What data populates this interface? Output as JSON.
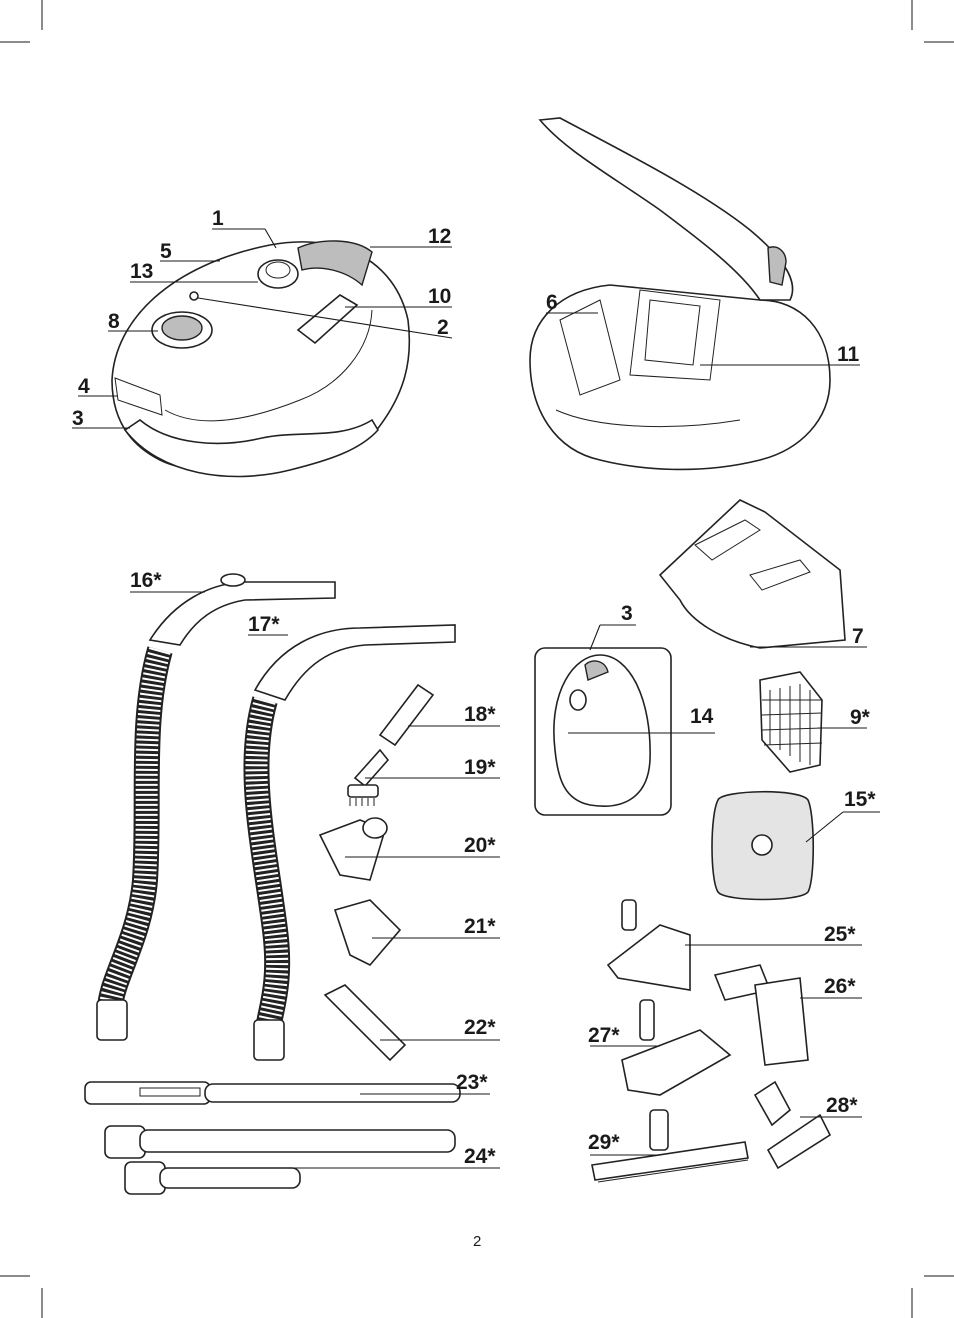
{
  "page": {
    "number": "2"
  },
  "callouts": {
    "c1": "1",
    "c2": "2",
    "c3": "3",
    "c4": "4",
    "c5": "5",
    "c6": "6",
    "c7": "7",
    "c8": "8",
    "c9": "9*",
    "c10": "10",
    "c11": "11",
    "c12": "12",
    "c13": "13",
    "c14": "14",
    "c15": "15*",
    "c16": "16*",
    "c17": "17*",
    "c18": "18*",
    "c19": "19*",
    "c20": "20*",
    "c21": "21*",
    "c22": "22*",
    "c23": "23*",
    "c24": "24*",
    "c25": "25*",
    "c26": "26*",
    "c27": "27*",
    "c28": "28*",
    "c29": "29*",
    "c3b": "3"
  }
}
